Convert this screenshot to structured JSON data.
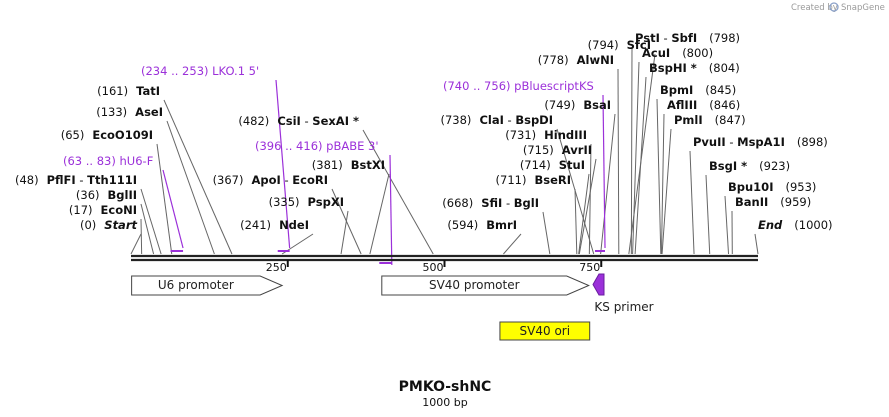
{
  "credit": {
    "text": "Created by",
    "brand": "SnapGene"
  },
  "map": {
    "name": "PMKO-shNC",
    "size_label": "1000 bp",
    "length": 1000
  },
  "ticks": [
    {
      "pos": 250,
      "label": "250"
    },
    {
      "pos": 500,
      "label": "500"
    },
    {
      "pos": 750,
      "label": "750"
    }
  ],
  "features": [
    {
      "name": "U6 promoter",
      "type": "arrow",
      "start": 1,
      "end": 241
    },
    {
      "name": "SV40 promoter",
      "type": "arrow",
      "start": 400,
      "end": 730
    },
    {
      "name": "SV40 ori",
      "type": "box",
      "start": 590,
      "end": 730
    },
    {
      "name": "KS primer",
      "type": "primer",
      "start": 740,
      "end": 756
    }
  ],
  "primers": [
    {
      "label": "(63 .. 83)  hU6-F",
      "start": 63,
      "end": 83
    },
    {
      "label": "(234 .. 253)  LKO.1 5'",
      "start": 234,
      "end": 253
    },
    {
      "label": "(396 .. 416)  pBABE 3'",
      "start": 396,
      "end": 416
    },
    {
      "label": "(740 .. 756)  pBluescriptKS",
      "start": 740,
      "end": 756
    }
  ],
  "sites_left": [
    {
      "pos": "(0)",
      "parts": [
        "Start"
      ],
      "italic": true,
      "site": 0
    },
    {
      "pos": "(17)",
      "parts": [
        "EcoNI"
      ],
      "site": 17
    },
    {
      "pos": "(36)",
      "parts": [
        "BglII"
      ],
      "site": 36
    },
    {
      "pos": "(48)",
      "parts": [
        "PflFI",
        "-",
        "Tth111I"
      ],
      "site": 48
    },
    {
      "pos": "(65)",
      "parts": [
        "EcoO109I"
      ],
      "site": 65
    },
    {
      "pos": "(133)",
      "parts": [
        "AseI"
      ],
      "site": 133
    },
    {
      "pos": "(161)",
      "parts": [
        "TatI"
      ],
      "site": 161
    },
    {
      "pos": "(241)",
      "parts": [
        "NdeI"
      ],
      "site": 241
    },
    {
      "pos": "(335)",
      "parts": [
        "PspXI"
      ],
      "site": 335
    },
    {
      "pos": "(367)",
      "parts": [
        "ApoI",
        "-",
        "EcoRI"
      ],
      "site": 367
    },
    {
      "pos": "(381)",
      "parts": [
        "BstXI"
      ],
      "site": 381
    },
    {
      "pos": "(482)",
      "parts": [
        "CsiI",
        "-",
        "SexAI *"
      ],
      "site": 482
    },
    {
      "pos": "(594)",
      "parts": [
        "BmrI"
      ],
      "site": 594
    },
    {
      "pos": "(668)",
      "parts": [
        "SfiI",
        "-",
        "BglI"
      ],
      "site": 668
    },
    {
      "pos": "(711)",
      "parts": [
        "BseRI"
      ],
      "site": 711
    },
    {
      "pos": "(714)",
      "parts": [
        "StuI"
      ],
      "site": 714
    },
    {
      "pos": "(715)",
      "parts": [
        "AvrII"
      ],
      "site": 715
    },
    {
      "pos": "(731)",
      "parts": [
        "HindIII"
      ],
      "site": 731
    },
    {
      "pos": "(738)",
      "parts": [
        "ClaI",
        "-",
        "BspDI"
      ],
      "site": 738
    },
    {
      "pos": "(749)",
      "parts": [
        "BsaI"
      ],
      "site": 749
    },
    {
      "pos": "(778)",
      "parts": [
        "AlwNI"
      ],
      "site": 778
    },
    {
      "pos": "(794)",
      "parts": [
        "SfcI"
      ],
      "site": 794
    }
  ],
  "sites_right": [
    {
      "pos": "(798)",
      "parts": [
        "PstI",
        "-",
        "SbfI"
      ],
      "site": 798
    },
    {
      "pos": "(800)",
      "parts": [
        "AcuI"
      ],
      "site": 800
    },
    {
      "pos": "(804)",
      "parts": [
        "BspHI *"
      ],
      "site": 804
    },
    {
      "pos": "(845)",
      "parts": [
        "BpmI"
      ],
      "site": 845
    },
    {
      "pos": "(846)",
      "parts": [
        "AflIII"
      ],
      "site": 846
    },
    {
      "pos": "(847)",
      "parts": [
        "PmlI"
      ],
      "site": 847
    },
    {
      "pos": "(898)",
      "parts": [
        "PvuII",
        "-",
        "MspA1I"
      ],
      "site": 898
    },
    {
      "pos": "(923)",
      "parts": [
        "BsgI *"
      ],
      "site": 923
    },
    {
      "pos": "(953)",
      "parts": [
        "Bpu10I"
      ],
      "site": 953
    },
    {
      "pos": "(959)",
      "parts": [
        "BanII"
      ],
      "site": 959
    },
    {
      "pos": "(1000)",
      "parts": [
        "End"
      ],
      "italic": true,
      "site": 1000
    }
  ],
  "colors": {
    "primer": "#9b30d9",
    "ori_fill": "#ffff00",
    "backbone": "#222222",
    "lines": "#666666"
  }
}
